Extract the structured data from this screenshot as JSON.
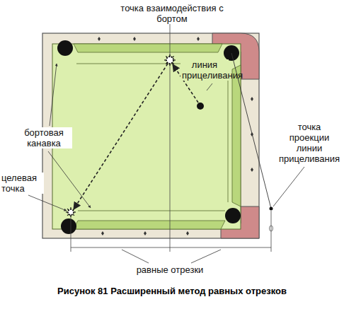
{
  "diagram": {
    "caption": "Рисунок 81 Расширенный метод равных отрезков",
    "labels": [
      "точка взаимодействия с бортом",
      "линия прицеливания",
      "бортовая канавка",
      "целевая точка",
      "точка проекции линии прицеливания",
      "равные отрезки"
    ]
  }
}
